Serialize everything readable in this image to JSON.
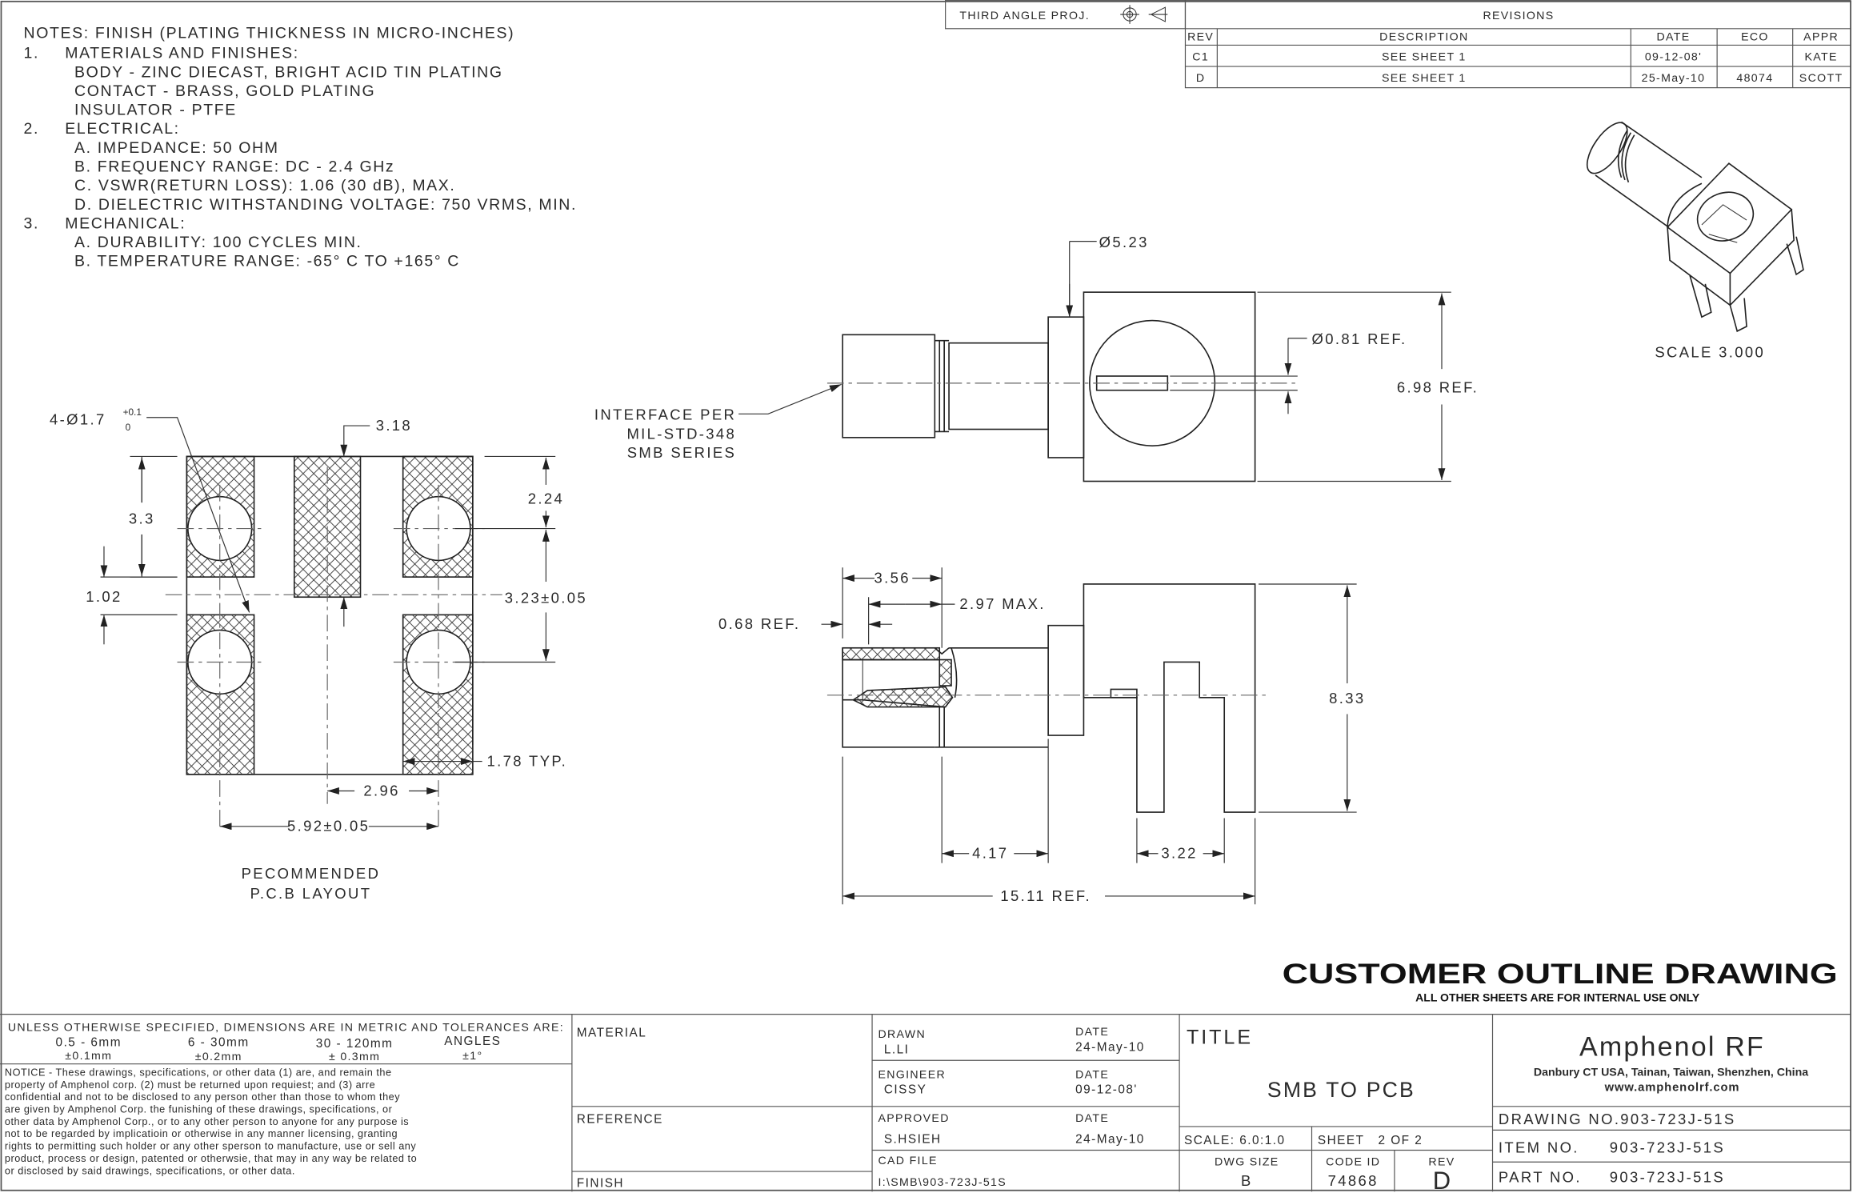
{
  "notes": {
    "header": "NOTES: FINISH (PLATING THICKNESS IN MICRO-INCHES)",
    "sections": [
      {
        "num": "1.",
        "title": "MATERIALS AND FINISHES:",
        "items": [
          "BODY - ZINC DIECAST, BRIGHT ACID TIN PLATING",
          "CONTACT - BRASS, GOLD PLATING",
          "INSULATOR - PTFE"
        ]
      },
      {
        "num": "2.",
        "title": "ELECTRICAL:",
        "items": [
          "A. IMPEDANCE:  50 OHM",
          "B. FREQUENCY RANGE:  DC - 2.4 GHz",
          "C. VSWR(RETURN LOSS): 1.06 (30 dB), MAX.",
          "D. DIELECTRIC WITHSTANDING VOLTAGE: 750 VRMS, MIN."
        ]
      },
      {
        "num": "3.",
        "title": "MECHANICAL:",
        "items": [
          "A. DURABILITY:  100 CYCLES MIN.",
          "B. TEMPERATURE RANGE:  -65° C TO +165° C"
        ]
      }
    ]
  },
  "projection": {
    "label": "THIRD ANGLE PROJ."
  },
  "revisions": {
    "title": "REVISIONS",
    "headers": [
      "REV",
      "DESCRIPTION",
      "DATE",
      "ECO",
      "APPR"
    ],
    "rows": [
      [
        "C1",
        "SEE SHEET 1",
        "09-12-08'",
        "",
        "KATE"
      ],
      [
        "D",
        "SEE SHEET 1",
        "25-May-10",
        "48074",
        "SCOTT"
      ]
    ]
  },
  "pcb_layout": {
    "hole_callout": "4-Ø1.7",
    "hole_tol_plus": "+0.1",
    "hole_tol_minus": "0",
    "dim_slot": "3.18",
    "dim_height": "3.3",
    "dim_gap": "1.02",
    "dim_top": "2.24",
    "dim_pitch_y": "3.23±0.05",
    "dim_pad_width": "1.78 TYP.",
    "dim_half": "2.96",
    "dim_pitch_x": "5.92±0.05",
    "caption_line1": "PECOMMENDED",
    "caption_line2": "P.C.B LAYOUT"
  },
  "front_view": {
    "dim_dia": "Ø5.23",
    "dim_pin": "Ø0.81 REF.",
    "dim_height": "6.98 REF.",
    "interface_line1": "INTERFACE PER",
    "interface_line2": "MIL-STD-348",
    "interface_line3": "SMB SERIES"
  },
  "side_view": {
    "dim_a": "3.56",
    "dim_b": "2.97 MAX.",
    "dim_c": "0.68 REF.",
    "dim_height": "8.33",
    "dim_d": "4.17",
    "dim_legs": "3.22",
    "dim_total": "15.11 REF."
  },
  "iso_view": {
    "scale": "SCALE  3.000"
  },
  "banner": {
    "title": "CUSTOMER OUTLINE DRAWING",
    "subtitle": "ALL OTHER SHEETS ARE FOR INTERNAL USE ONLY"
  },
  "title_block": {
    "tolerance_header": "UNLESS OTHERWISE SPECIFIED, DIMENSIONS ARE IN METRIC AND TOLERANCES ARE:",
    "tolerances": [
      {
        "range": "0.5 - 6mm",
        "tol": "±0.1mm"
      },
      {
        "range": "6 - 30mm",
        "tol": "±0.2mm"
      },
      {
        "range": "30 - 120mm",
        "tol": "± 0.3mm"
      },
      {
        "range": "ANGLES",
        "tol": "±1°"
      }
    ],
    "notice": [
      "NOTICE - These drawings, specifications, or other data (1) are, and remain the",
      "property of Amphenol corp.  (2) must be returned upon requiest; and (3) arre",
      "confidential and not to be disclosed to any person other than those to whom they",
      "are given by Amphenol Corp.  the funishing of these drawings, specifications, or",
      "other data by Amphenol Corp., or to any other person to anyone for any purpose is",
      "not to be regarded by implicatioin or otherwise in any manner licensing, granting",
      "rights to permitting such holder or any other sperson to manufacture, use or sell any",
      "product, process or design, patented or otherwsie, that may in any way be related to",
      "or disclosed by said drawings, specifications, or other data."
    ],
    "material_label": "MATERIAL",
    "reference_label": "REFERENCE",
    "finish_label": "FINISH",
    "drawn_label": "DRAWN",
    "drawn_by": "L.LI",
    "engineer_label": "ENGINEER",
    "engineer": "CISSY",
    "approved_label": "APPROVED",
    "approved_by": "S.HSIEH",
    "date_label": "DATE",
    "drawn_date": "24-May-10",
    "engineer_date": "09-12-08'",
    "approved_date": "24-May-10",
    "cad_file_label": "CAD FILE",
    "cad_file": "I:\\SMB\\903-723J-51S",
    "title_label": "TITLE",
    "title": "SMB TO PCB",
    "scale": "SCALE: 6.0:1.0",
    "sheet": "SHEET   2 OF 2",
    "dwg_size_label": "DWG SIZE",
    "dwg_size": "B",
    "code_id_label": "CODE ID",
    "code_id": "74868",
    "rev_label": "REV",
    "rev": "D",
    "company": "Amphenol RF",
    "company_locations": "Danbury CT USA, Tainan, Taiwan, Shenzhen, China",
    "company_url": "www.amphenolrf.com",
    "drawing_no": "DRAWING NO.903-723J-51S",
    "item_no_label": "ITEM NO.",
    "item_no": "903-723J-51S",
    "part_no_label": "PART NO.",
    "part_no": "903-723J-51S"
  }
}
